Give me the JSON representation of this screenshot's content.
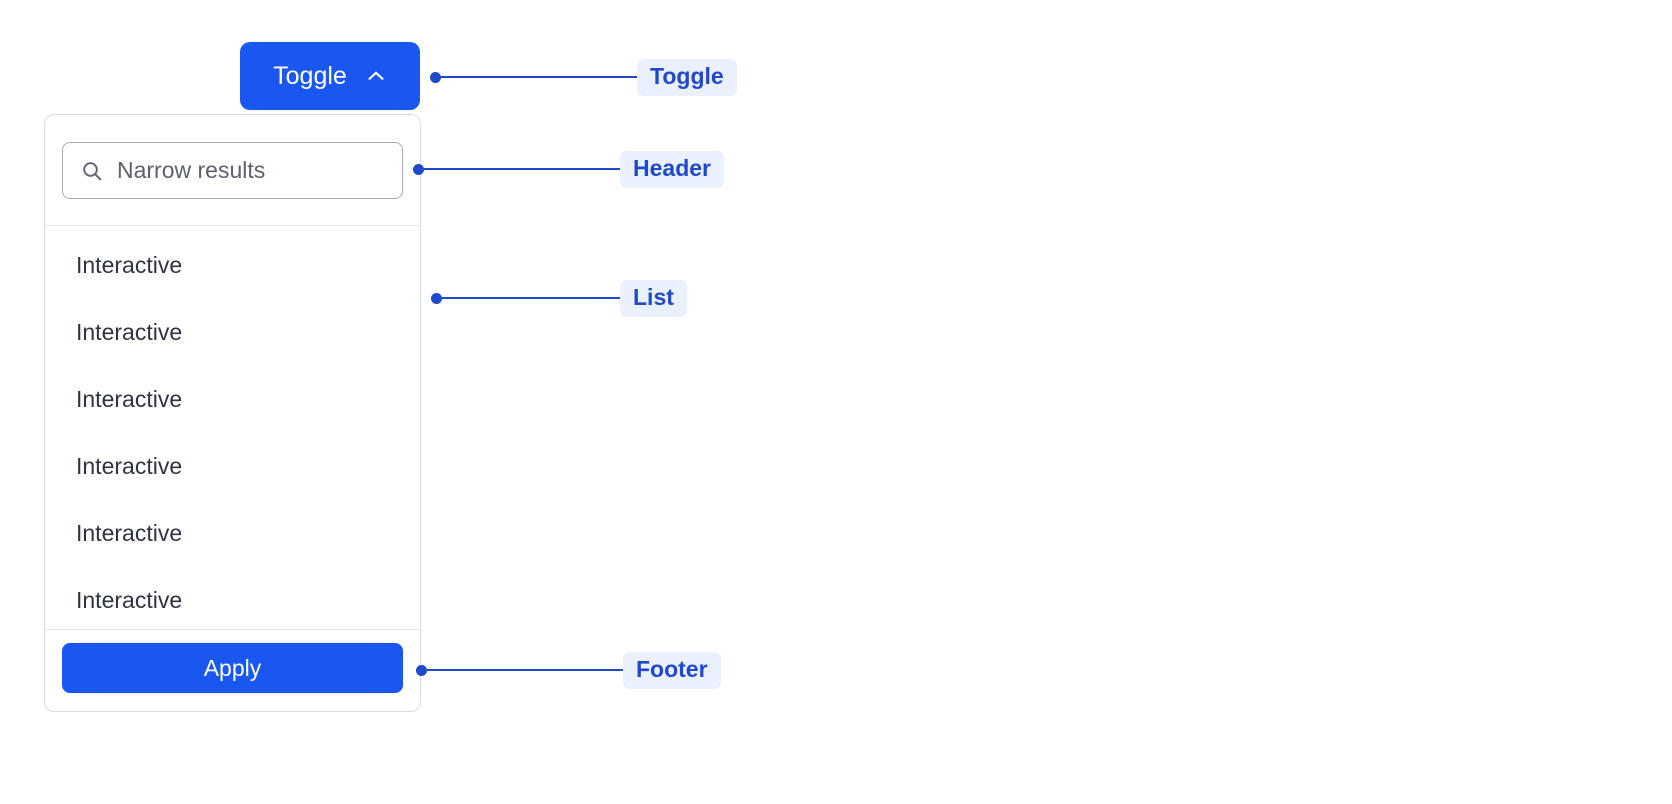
{
  "toggle": {
    "label": "Toggle",
    "icon": "chevron-up-icon",
    "background_color": "#1a56f0",
    "text_color": "#ffffff"
  },
  "dropdown": {
    "header": {
      "search": {
        "icon": "search-icon",
        "placeholder": "Narrow results",
        "value": ""
      }
    },
    "list": {
      "items": [
        {
          "label": "Interactive"
        },
        {
          "label": "Interactive"
        },
        {
          "label": "Interactive"
        },
        {
          "label": "Interactive"
        },
        {
          "label": "Interactive"
        },
        {
          "label": "Interactive"
        }
      ]
    },
    "footer": {
      "apply_label": "Apply",
      "apply_background_color": "#1a56f0"
    }
  },
  "annotations": {
    "accent_color": "#1f49c9",
    "pill_background_color": "#eaf0fd",
    "items": [
      {
        "label": "Toggle"
      },
      {
        "label": "Header"
      },
      {
        "label": "List"
      },
      {
        "label": "Footer"
      }
    ]
  }
}
